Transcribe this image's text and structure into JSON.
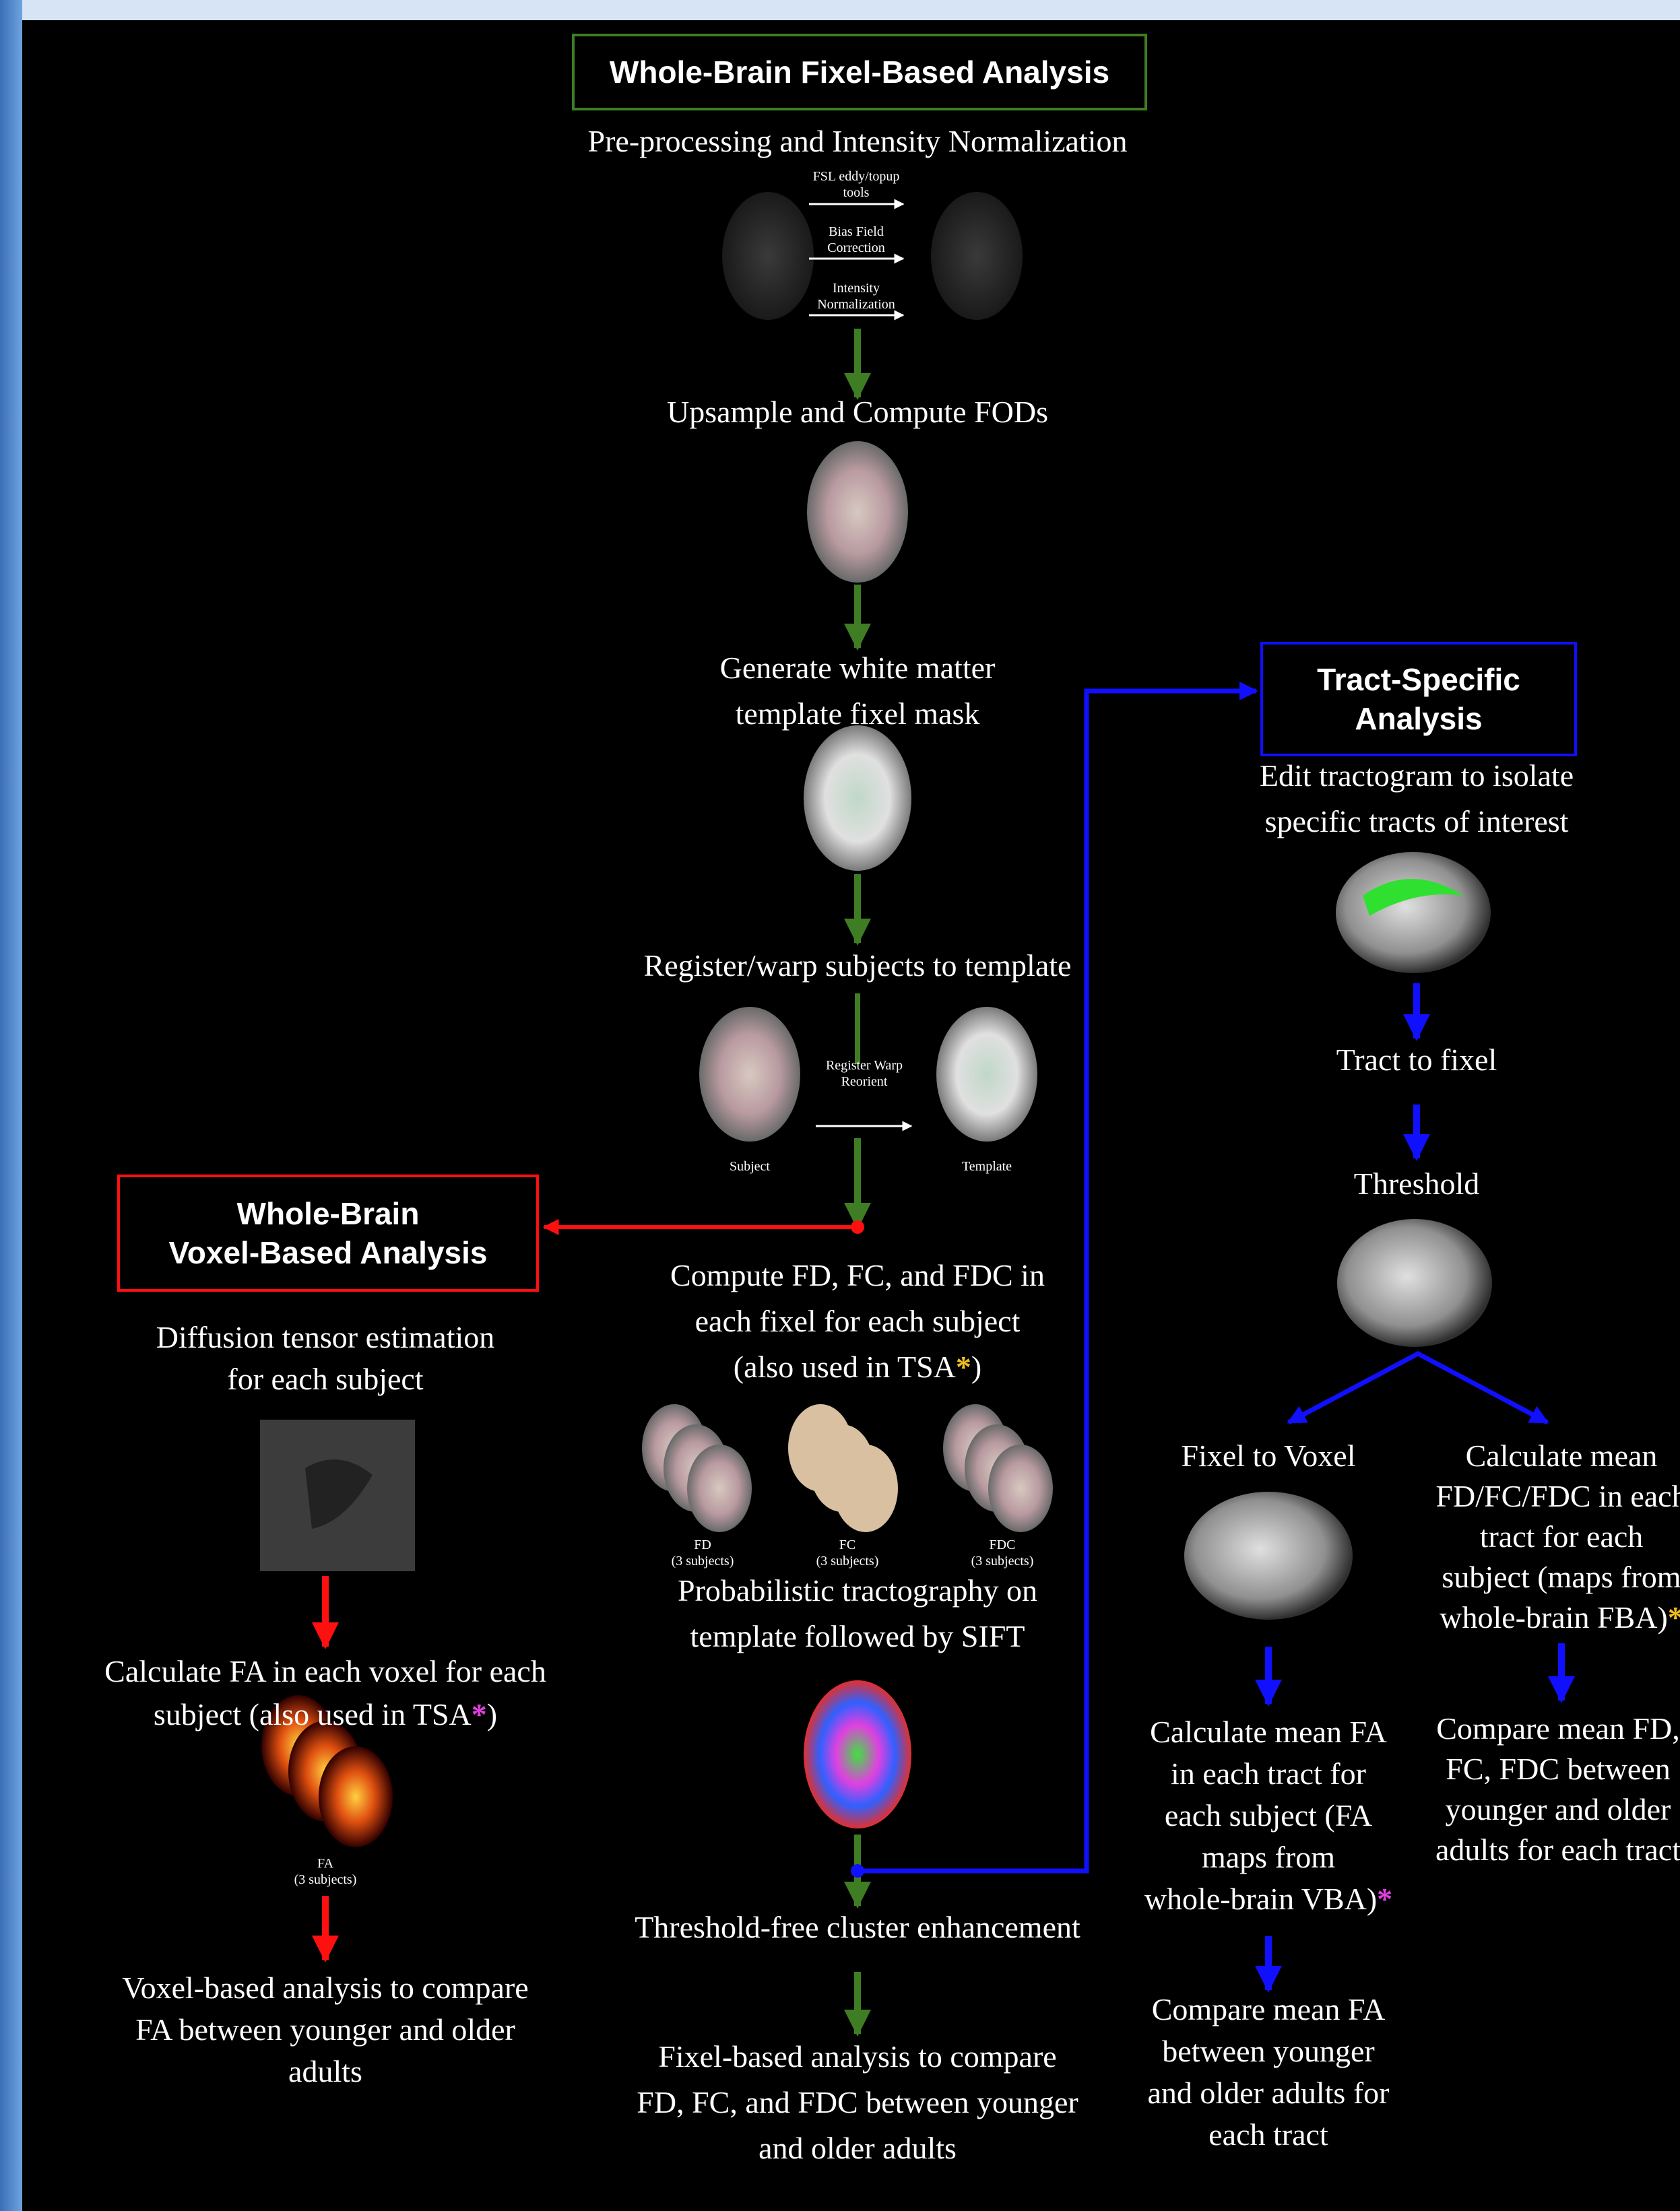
{
  "colors": {
    "green": "#3f7d25",
    "blue": "#1010ff",
    "red": "#ff1010",
    "star_yellow": "#f0c020",
    "star_magenta": "#e040e0"
  },
  "fba": {
    "title": "Whole-Brain Fixel-Based Analysis",
    "preprocess": "Pre-processing and Intensity Normalization",
    "pp_tool1": "FSL eddy/topup tools",
    "pp_tool2": "Bias Field Correction",
    "pp_tool3": "Intensity Normalization",
    "upsample": "Upsample and Compute FODs",
    "generate_l1": "Generate white matter",
    "generate_l2": "template fixel mask",
    "register": "Register/warp subjects to template",
    "reg_arrow_label": "Register Warp Reorient",
    "subject_label": "Subject",
    "template_label": "Template",
    "compute_l1": "Compute FD, FC, and FDC in",
    "compute_l2": "each fixel for each subject",
    "compute_l3": "(also used in TSA",
    "compute_l3_end": ")",
    "fd_label": "FD",
    "fc_label": "FC",
    "fdc_label": "FDC",
    "subjects_note": "(3 subjects)",
    "tracto_l1": "Probabilistic tractography on",
    "tracto_l2": "template followed by SIFT",
    "tfce": "Threshold-free cluster enhancement",
    "fixel_l1": "Fixel-based analysis to compare",
    "fixel_l2": "FD, FC, and FDC between younger",
    "fixel_l3": "and older adults"
  },
  "vba": {
    "title_l1": "Whole-Brain",
    "title_l2": "Voxel-Based Analysis",
    "dti_l1": "Diffusion tensor estimation",
    "dti_l2": "for each subject",
    "fa_l1": "Calculate FA in each voxel for each",
    "fa_l2": "subject (also used in TSA",
    "fa_l2_end": ")",
    "fa_label": "FA",
    "subjects_note": "(3 subjects)",
    "voxel_l1": "Voxel-based analysis to compare",
    "voxel_l2": "FA between younger and older",
    "voxel_l3": "adults"
  },
  "tsa": {
    "title_l1": "Tract-Specific",
    "title_l2": "Analysis",
    "edit_l1": "Edit tractogram to isolate",
    "edit_l2": "specific tracts of interest",
    "tract_to_fixel": "Tract to fixel",
    "threshold": "Threshold",
    "fixel_to_voxel": "Fixel to Voxel",
    "calcfd_l1": "Calculate mean",
    "calcfd_l2": "FD/FC/FDC in each",
    "calcfd_l3": "tract for each",
    "calcfd_l4": "subject (maps from",
    "calcfd_l5": "whole-brain FBA)",
    "calcfa_l1": "Calculate mean FA",
    "calcfa_l2": "in each tract for",
    "calcfa_l3": "each subject (FA",
    "calcfa_l4": "maps from",
    "calcfa_l5": "whole-brain VBA)",
    "cmpfd_l1": "Compare mean FD,",
    "cmpfd_l2": "FC, FDC between",
    "cmpfd_l3": "younger and older",
    "cmpfd_l4": "adults for each tract",
    "cmpfa_l1": "Compare mean FA",
    "cmpfa_l2": "between younger",
    "cmpfa_l3": "and older adults for",
    "cmpfa_l4": "each tract"
  },
  "star": "*"
}
